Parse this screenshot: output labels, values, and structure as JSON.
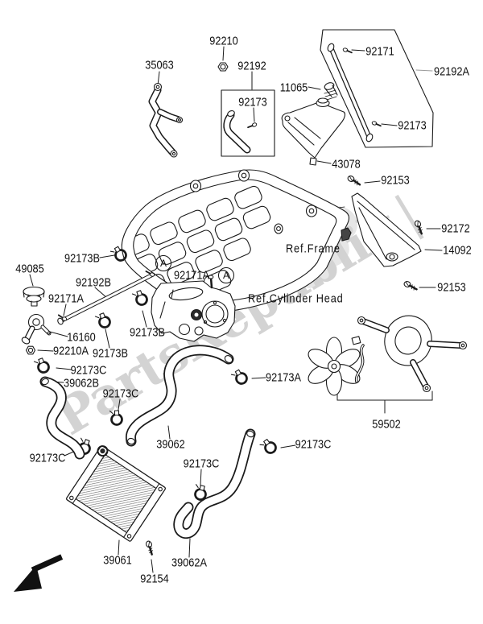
{
  "watermark": {
    "text": "PartsRepublik",
    "separator": "|",
    "gear_icon": "⚙",
    "color": "#c9c9c9"
  },
  "ref_labels": [
    {
      "text": "Ref.Frame"
    },
    {
      "text": "Ref.Cylinder Head"
    }
  ],
  "callout_markers": [
    {
      "text": "A"
    },
    {
      "text": "A"
    }
  ],
  "labels": [
    {
      "text": "92210"
    },
    {
      "text": "35063"
    },
    {
      "text": "92192"
    },
    {
      "text": "92173"
    },
    {
      "text": "11065"
    },
    {
      "text": "92171"
    },
    {
      "text": "92192A"
    },
    {
      "text": "92173"
    },
    {
      "text": "43078"
    },
    {
      "text": "92153"
    },
    {
      "text": "92172"
    },
    {
      "text": "14092"
    },
    {
      "text": "92153"
    },
    {
      "text": "92173B"
    },
    {
      "text": "49085"
    },
    {
      "text": "92192B"
    },
    {
      "text": "92171A"
    },
    {
      "text": "92171A"
    },
    {
      "text": "16160"
    },
    {
      "text": "92210A"
    },
    {
      "text": "92173B"
    },
    {
      "text": "92173B"
    },
    {
      "text": "92173C"
    },
    {
      "text": "39062B"
    },
    {
      "text": "92173A"
    },
    {
      "text": "59502"
    },
    {
      "text": "92173C"
    },
    {
      "text": "92173C"
    },
    {
      "text": "39062"
    },
    {
      "text": "92173C"
    },
    {
      "text": "92173C"
    },
    {
      "text": "39061"
    },
    {
      "text": "92154"
    },
    {
      "text": "39062A"
    }
  ]
}
